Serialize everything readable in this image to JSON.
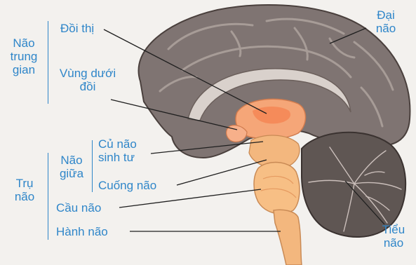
{
  "labels": {
    "dien_nao_group": [
      "Não",
      "trung",
      "gian"
    ],
    "doi_thi": "Đồi thị",
    "vung_duoi_doi": [
      "Vùng dưới",
      "đồi"
    ],
    "dai_nao": [
      "Đại",
      "não"
    ],
    "nao_giua_group": [
      "Não",
      "giữa"
    ],
    "cu_nao_sinh_tu": [
      "Củ não",
      "sinh tư"
    ],
    "cuong_nao": "Cuống não",
    "tru_nao_group": [
      "Trụ",
      "não"
    ],
    "cau_nao": "Cầu não",
    "hanh_nao": "Hành não",
    "tieu_nao": [
      "Tiểu",
      "não"
    ]
  },
  "colors": {
    "label_blue": "#2f86c9",
    "cortex": "#7f7472",
    "thalamus": "#f5a678",
    "brainstem": "#f3b77e",
    "cerebellum": "#5f5653",
    "background": "#f3f1ee"
  }
}
